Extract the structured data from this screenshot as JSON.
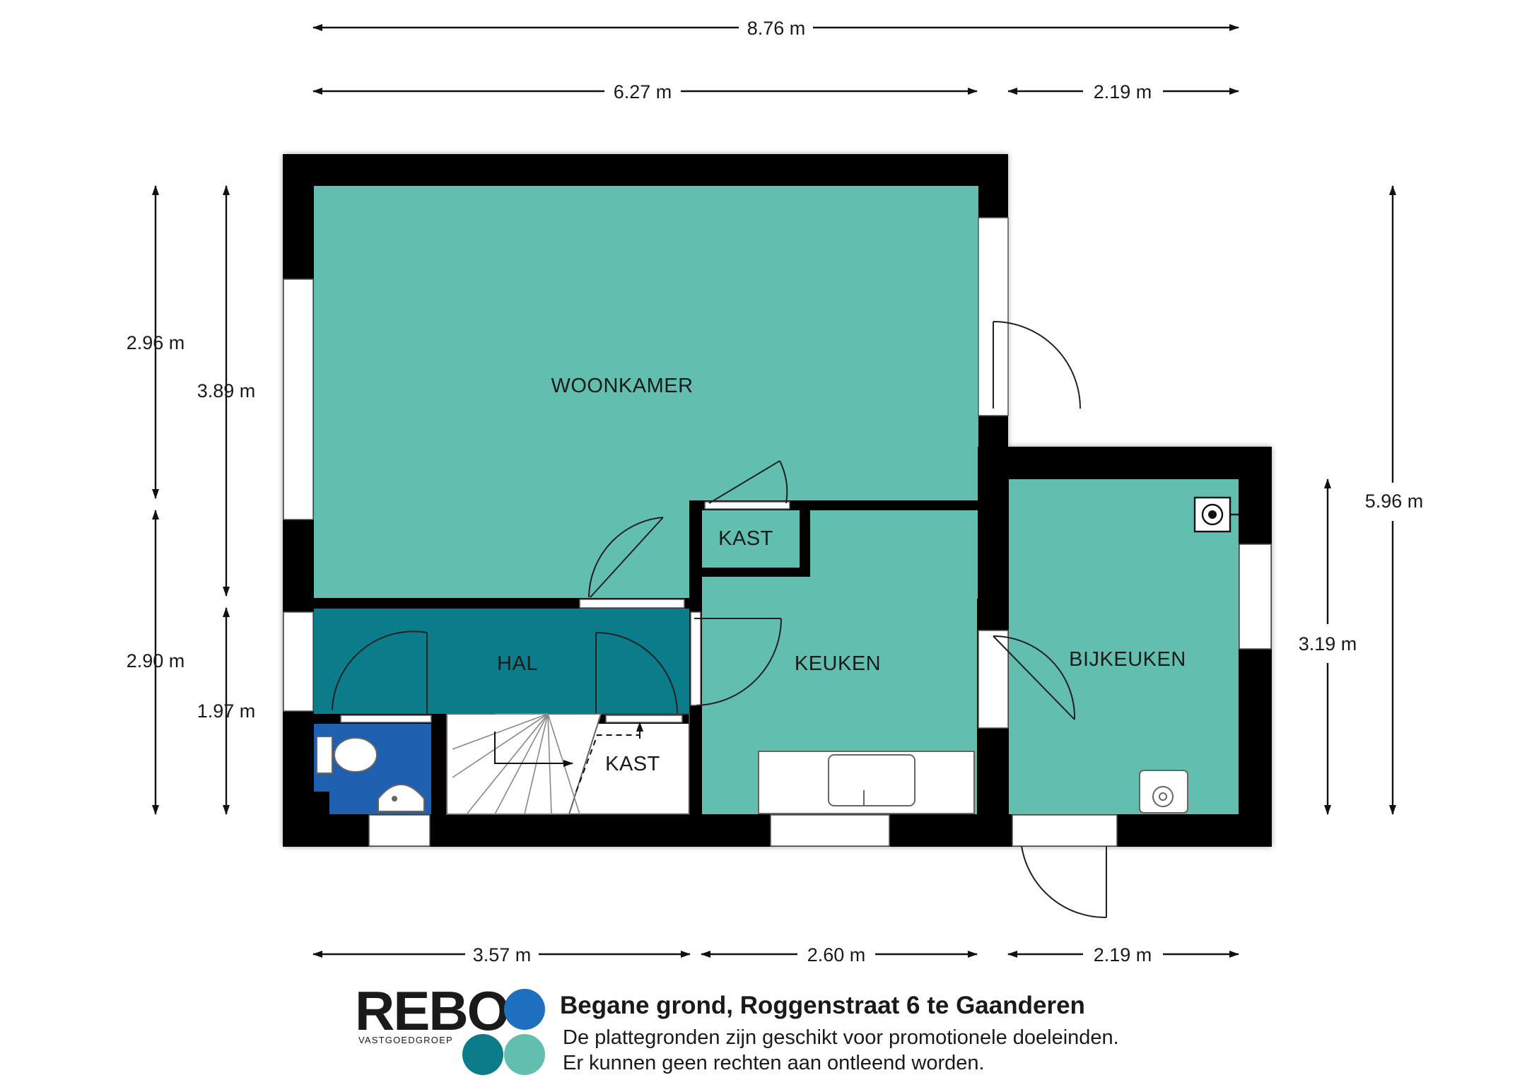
{
  "dimensions": {
    "top_total": "8.76 m",
    "top_left": "6.27 m",
    "top_right": "2.19 m",
    "bottom_left": "3.57 m",
    "bottom_mid": "2.60 m",
    "bottom_right": "2.19 m",
    "left_outer_top": "2.96 m",
    "left_outer_bottom": "2.90 m",
    "left_inner_top": "3.89 m",
    "left_inner_bottom": "1.97 m",
    "right_inner": "3.19 m",
    "right_outer": "5.96 m"
  },
  "rooms": {
    "woonkamer": "WOONKAMER",
    "kast_top": "KAST",
    "hal": "HAL",
    "keuken": "KEUKEN",
    "bijkeuken": "BIJKEUKEN",
    "kast_stair": "KAST"
  },
  "colors": {
    "room_fill": "#62bfb0",
    "hal_fill": "#0a7c8a",
    "toilet_fill": "#1f5fb0",
    "wall": "#000000"
  },
  "logo": {
    "wordmark": "REBO",
    "subtitle": "VASTGOEDGROEP",
    "dot_colors": [
      "#1f6fc0",
      "#0a7c8a",
      "#62bfb0"
    ]
  },
  "footer": {
    "title": "Begane grond, Roggenstraat 6 te Gaanderen",
    "line1": "De plattegronden zijn geschikt voor promotionele doeleinden.",
    "line2": "Er kunnen geen rechten aan ontleend worden."
  }
}
